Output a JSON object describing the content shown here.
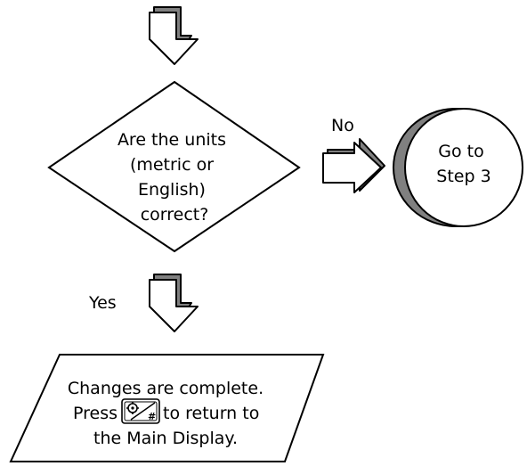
{
  "decision": {
    "line1": "Are the units",
    "line2": "(metric or",
    "line3": "English)",
    "line4": "correct?"
  },
  "branches": {
    "no_label": "No",
    "yes_label": "Yes"
  },
  "terminator": {
    "line1": "Go to",
    "line2": "Step 3"
  },
  "result": {
    "line1": "Changes are complete.",
    "line2_before": "Press",
    "line2_after": "to return to",
    "line3": "the Main Display."
  },
  "icons": {
    "arrows": "block-arrow-icon",
    "button": "settings-units-button-icon"
  },
  "colors": {
    "outline": "#000000",
    "shadow": "#808080",
    "fill": "#ffffff"
  }
}
